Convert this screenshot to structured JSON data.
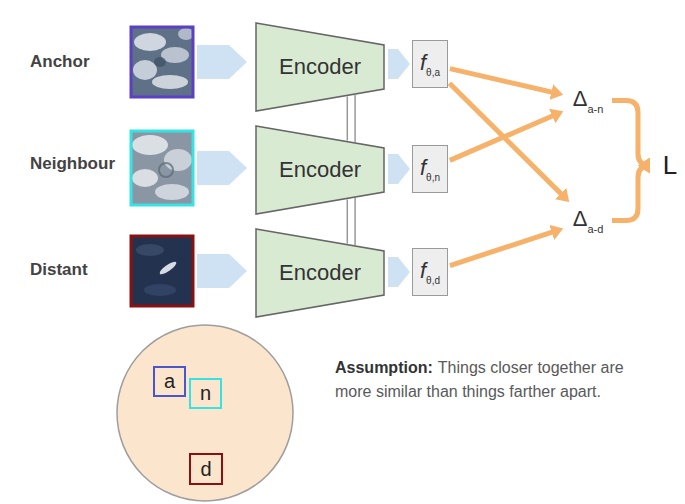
{
  "diagram": {
    "nodes": [
      {
        "text": [
          "Encoder"
        ]
      },
      {
        "text": [
          "Encoder"
        ]
      },
      {
        "text": [
          "Encoder"
        ]
      },
      {
        "text": [
          "f",
          "θ,a"
        ]
      },
      {
        "text": [
          "f",
          "θ,n"
        ]
      },
      {
        "text": [
          "f",
          "θ,d"
        ]
      },
      {
        "text": [
          "Δ",
          "a-n"
        ]
      },
      {
        "text": [
          "Δ",
          "a-d"
        ]
      },
      {
        "text": [
          "L"
        ]
      },
      {
        "text": [
          "a"
        ]
      },
      {
        "text": [
          "n"
        ]
      },
      {
        "text": [
          "d"
        ]
      }
    ],
    "edges": [
      {
        "from": 0,
        "to": 1,
        "arrow": "none"
      },
      {
        "from": 1,
        "to": 2,
        "arrow": "none"
      },
      {
        "from": 0,
        "to": 3,
        "arrow": "to"
      },
      {
        "from": 1,
        "to": 4,
        "arrow": "to"
      },
      {
        "from": 2,
        "to": 5,
        "arrow": "to"
      },
      {
        "from": 3,
        "to": 6,
        "arrow": "to"
      },
      {
        "from": 3,
        "to": 7,
        "arrow": "to"
      },
      {
        "from": 4,
        "to": 6,
        "arrow": "to"
      },
      {
        "from": 5,
        "to": 7,
        "arrow": "to"
      },
      {
        "from": 6,
        "to": 8,
        "arrow": "to"
      },
      {
        "from": 7,
        "to": 8,
        "arrow": "to"
      }
    ],
    "labels": [
      "Anchor",
      "Neighbour",
      "Distant",
      "Assumption:",
      "Things closer together are more similar than things farther apart."
    ]
  }
}
